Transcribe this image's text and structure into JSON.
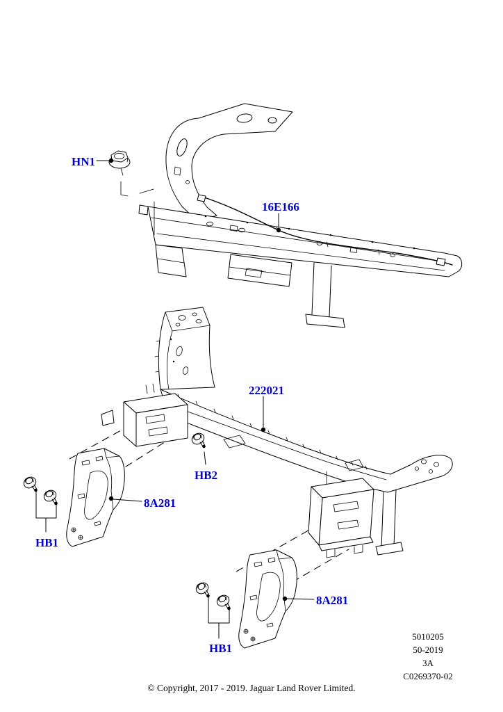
{
  "page": {
    "background": "#ffffff",
    "callout_color": "#0000cc",
    "line_color": "#000000"
  },
  "callouts": {
    "hn1": "HN1",
    "harness": "16E166",
    "lower_panel": "222021",
    "hb2": "HB2",
    "hb1_left": "HB1",
    "bracket_left": "8A281",
    "hb1_bottom": "HB1",
    "bracket_bottom": "8A281"
  },
  "footer": {
    "ref_lines": [
      "5010205",
      "50-2019",
      "3A",
      "C0269370-02"
    ],
    "copyright": "© Copyright, 2017 - 2019. Jaguar Land Rover Limited."
  }
}
